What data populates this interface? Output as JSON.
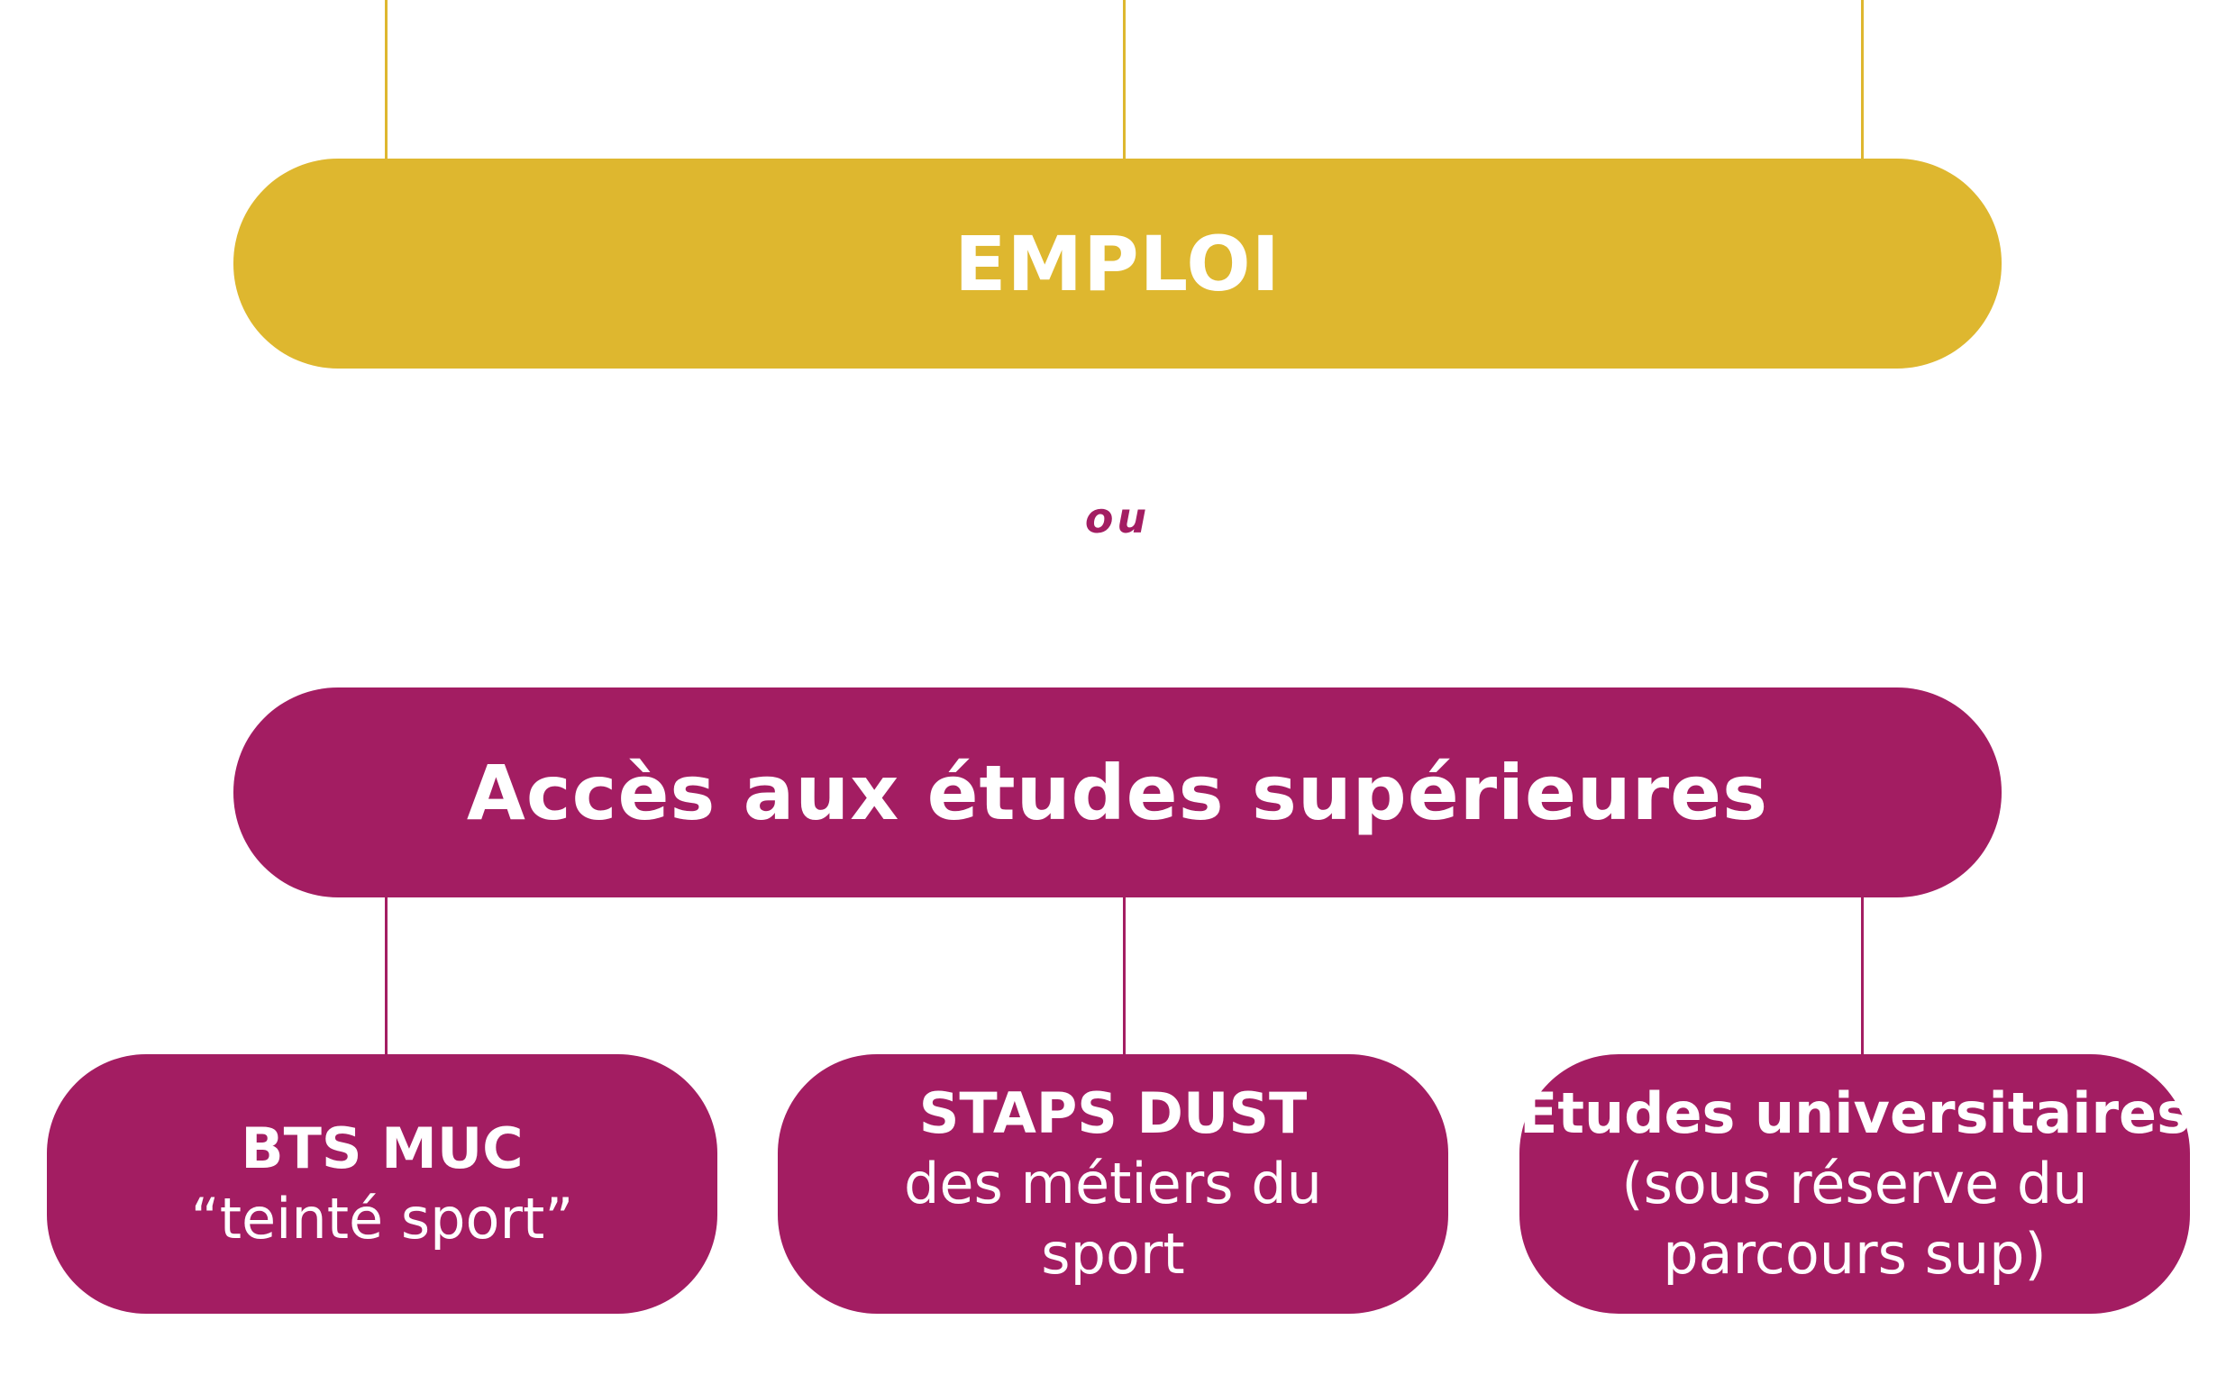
{
  "diagram": {
    "emploi": {
      "label": "EMPLOI"
    },
    "connector": {
      "label": "ou"
    },
    "acces": {
      "label": "Accès aux études supérieures"
    },
    "options": [
      {
        "title": "BTS MUC",
        "sub": "“teinté sport”"
      },
      {
        "title": "STAPS DUST",
        "sub": "des métiers du sport"
      },
      {
        "title": "Études universitaires",
        "sub": "(sous réserve du parcours sup)"
      }
    ],
    "colors": {
      "gold": "#deb72f",
      "plum": "#a31d62",
      "text": "#ffffff"
    }
  }
}
